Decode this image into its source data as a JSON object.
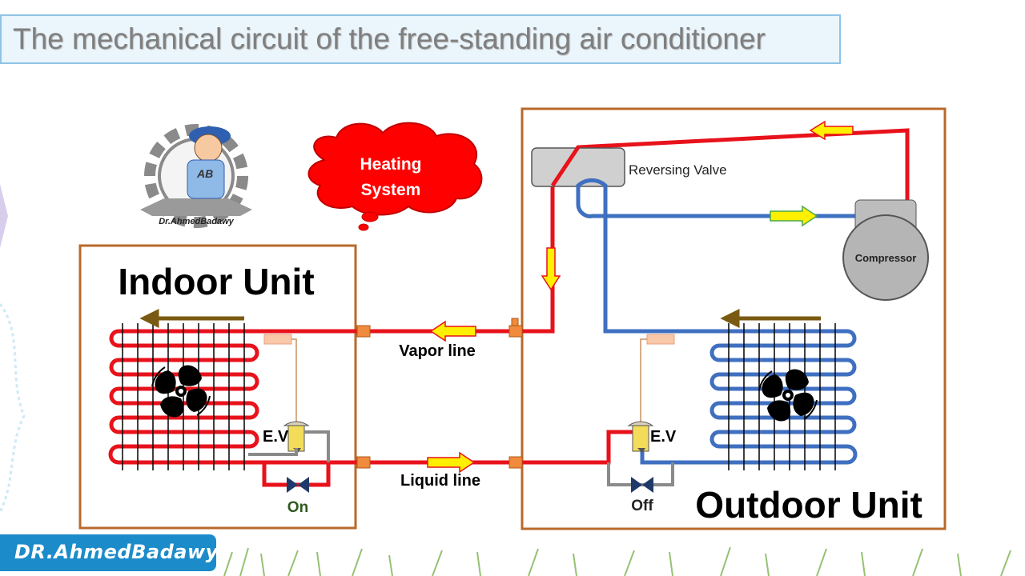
{
  "title": "The mechanical circuit of the free-standing air conditioner",
  "logo": {
    "caption": "Dr.AhmedBadawy",
    "monogram": "AB"
  },
  "callout": {
    "line1": "Heating",
    "line2": "System"
  },
  "indoor": {
    "title": "Indoor Unit",
    "ev_label": "E.V",
    "valve_state": "On"
  },
  "outdoor": {
    "title": "Outdoor Unit",
    "ev_label": "E.V",
    "valve_state": "Off",
    "reversing_valve": "Reversing Valve",
    "compressor": "Compressor"
  },
  "lines": {
    "vapor": "Vapor line",
    "liquid": "Liquid line"
  },
  "footer": {
    "badge": "DR.AhmedBadawy"
  },
  "colors": {
    "hot": "#e8121b",
    "cold": "#3f6fc0",
    "frame": "#b8692a",
    "arrow_fill": "#ffef00",
    "arrow_stroke": "#e8121b",
    "brown_arrow": "#7a5a12",
    "title_border": "#8fc3e6"
  },
  "icons": [
    "fan-icon",
    "expansion-valve-icon",
    "shutoff-valve-icon",
    "gear-logo-icon",
    "cloud-callout-icon",
    "grass-decoration"
  ]
}
